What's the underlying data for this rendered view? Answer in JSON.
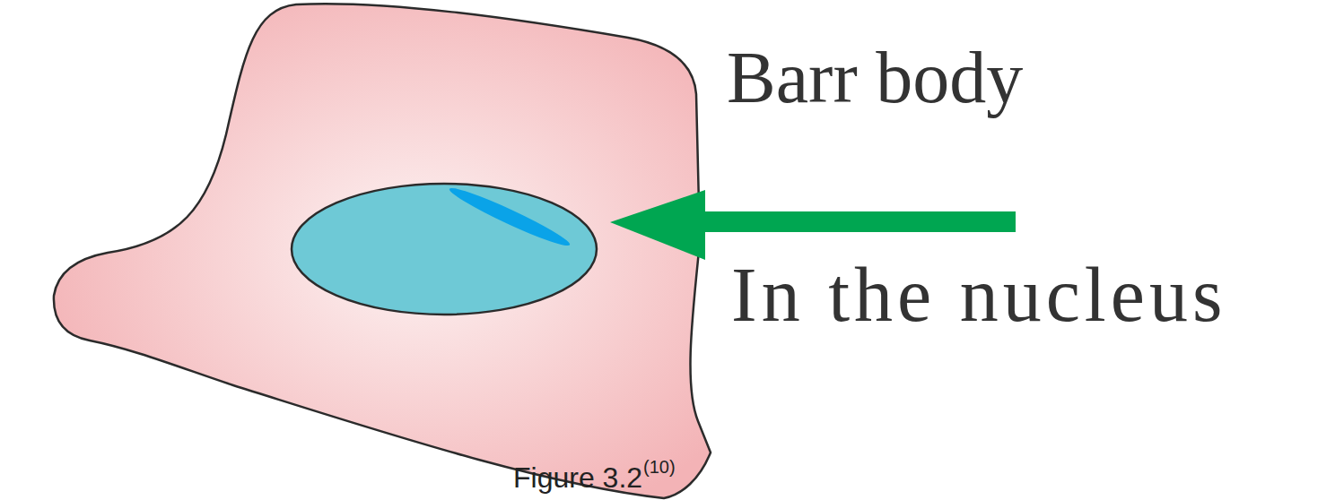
{
  "diagram": {
    "caption": "Figure 3.2",
    "labels": [
      "Barr body",
      "In the nucleus",
      "(10)"
    ]
  }
}
